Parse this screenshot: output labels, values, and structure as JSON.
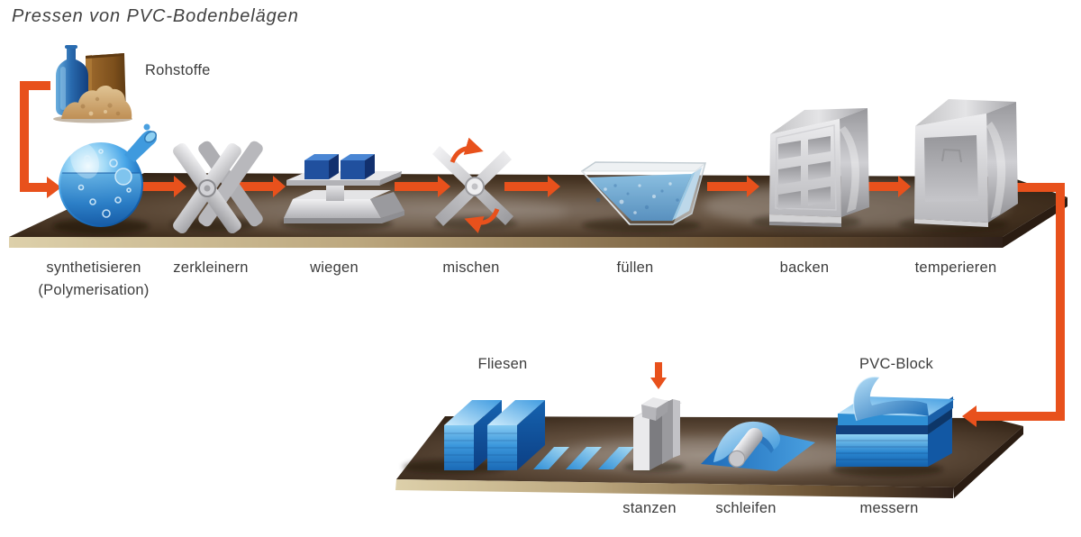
{
  "title": "Pressen von PVC-Bodenbelägen",
  "colors": {
    "accent_orange": "#e8511c",
    "text": "#3c3c3c",
    "platform_brown": "#5a4938",
    "material_blue": "#2f8fd4",
    "metal_gray": "#c6c6ca"
  },
  "source": {
    "label": "Rohstoffe"
  },
  "top_row": [
    {
      "label": "synthetisieren",
      "sublabel": "(Polymerisation)",
      "icon": "flask-icon"
    },
    {
      "label": "zerkleinern",
      "icon": "crusher-blades-icon"
    },
    {
      "label": "wiegen",
      "icon": "scale-icon"
    },
    {
      "label": "mischen",
      "icon": "mixer-icon"
    },
    {
      "label": "füllen",
      "icon": "vat-icon"
    },
    {
      "label": "backen",
      "icon": "oven-icon"
    },
    {
      "label": "temperieren",
      "icon": "tempering-chamber-icon"
    }
  ],
  "bottom_row": {
    "fliesen_label": "Fliesen",
    "pvc_block_label": "PVC-Block",
    "steps": [
      {
        "label": "stanzen",
        "icon": "punch-press-icon"
      },
      {
        "label": "schleifen",
        "icon": "sanding-roller-icon"
      },
      {
        "label": "messern",
        "icon": "pvc-block-icon"
      }
    ]
  }
}
